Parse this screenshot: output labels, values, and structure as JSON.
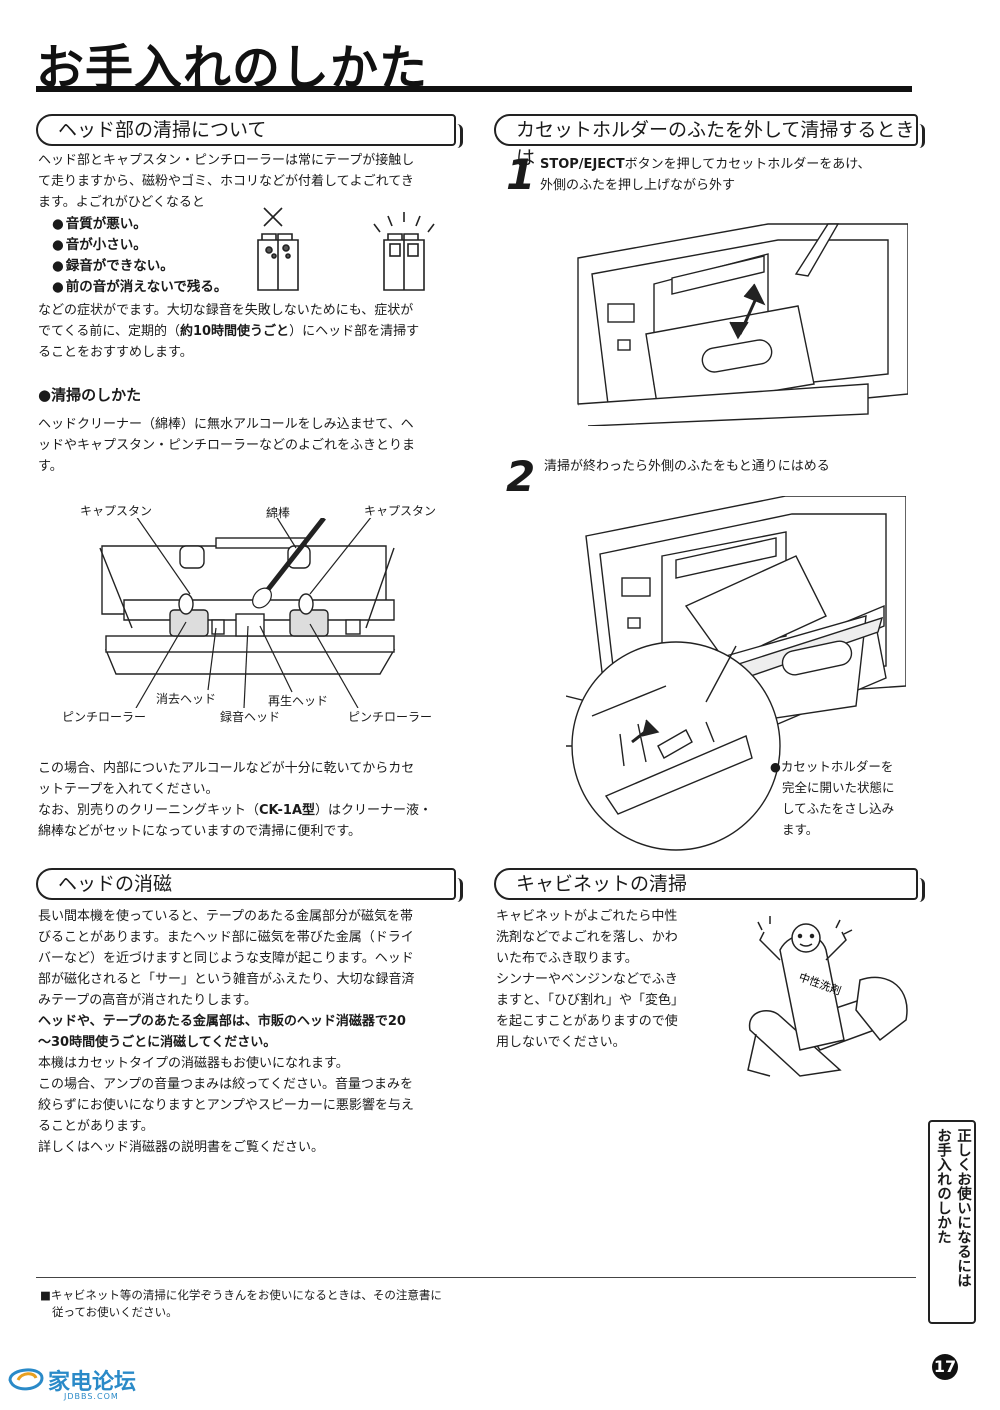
{
  "page": {
    "title": "お手入れのしかた",
    "page_number": "17",
    "side_tab_line1": "正しくお使いになるには",
    "side_tab_line2": "お手入れのしかた",
    "footnote_line1": "■キャビネット等の清掃に化学ぞうきんをお使いになるときは、その注意書に",
    "footnote_line2": "従ってお使いください。",
    "logo_text": "家电论坛",
    "logo_sub": "JDBBS.COM"
  },
  "head_cleaning": {
    "heading": "ヘッド部の清掃について",
    "intro_1": "ヘッド部とキャプスタン・ピンチローラーは常にテープが接触し",
    "intro_2": "て走りますから、磁粉やゴミ、ホコリなどが付着してよごれてき",
    "intro_3": "ます。よごれがひどくなると",
    "symptoms": [
      "音質が悪い。",
      "音が小さい。",
      "録音ができない。",
      "前の音が消えないで残る。"
    ],
    "after_1": "などの症状がでます。大切な録音を失敗しないためにも、症状が",
    "after_2a": "でてくる前に、定期的（",
    "after_2b": "約10時間使うごと",
    "after_2c": "）にヘッド部を清掃す",
    "after_3": "ることをおすすめします。",
    "method_title": "清掃のしかた",
    "method_1": "ヘッドクリーナー（綿棒）に無水アルコールをしみ込ませて、ヘ",
    "method_2": "ッドやキャプスタン・ピンチローラーなどのよごれをふきとりま",
    "method_3": "す。",
    "labels": {
      "capstan_left": "キャプスタン",
      "swab": "綿棒",
      "capstan_right": "キャプスタン",
      "erase_head": "消去ヘッド",
      "playback_head": "再生ヘッド",
      "pinch_left": "ピンチローラー",
      "record_head": "録音ヘッド",
      "pinch_right": "ピンチローラー"
    },
    "note_1": "この場合、内部についたアルコールなどが十分に乾いてからカセ",
    "note_2": "ットテープを入れてください。",
    "note_3a": "なお、別売りのクリーニングキット（",
    "note_3b": "CK-1A型",
    "note_3c": "）はクリーナー液・",
    "note_4": "綿棒などがセットになっていますので清掃に便利です。"
  },
  "demagnetize": {
    "heading": "ヘッドの消磁",
    "lines": [
      "長い間本機を使っていると、テープのあたる金属部分が磁気を帯",
      "びることがあります。またヘッド部に磁気を帯びた金属（ドライ",
      "バーなど）を近づけますと同じような支障が起こります。ヘッド",
      "部が磁化されると「サー」という雑音がふえたり、大切な録音済",
      "みテープの高音が消されたりします。"
    ],
    "bold_1": "ヘッドや、テープのあたる金属部は、市販のヘッド消磁器で20",
    "bold_2": "〜30時間使うごとに消磁してください。",
    "lines2": [
      "本機はカセットタイプの消磁器もお使いになれます。",
      "この場合、アンプの音量つまみは絞ってください。音量つまみを",
      "絞らずにお使いになりますとアンプやスピーカーに悪影響を与え",
      "ることがあります。",
      "詳しくはヘッド消磁器の説明書をご覧ください。"
    ]
  },
  "holder_cleaning": {
    "heading": "カセットホルダーのふたを外して清掃するときは",
    "step1_num": "1",
    "step1_a": "STOP/EJECT",
    "step1_b": "ボタンを押してカセットホルダーをあけ、",
    "step1_c": "外側のふたを押し上げながら外す",
    "step2_num": "2",
    "step2": "清掃が終わったら外側のふたをもと通りにはめる",
    "note_lines": [
      "●カセットホルダーを",
      "完全に開いた状態に",
      "してふたをさし込み",
      "ます。"
    ]
  },
  "cabinet": {
    "heading": "キャビネットの清掃",
    "lines": [
      "キャビネットがよごれたら中性",
      "洗剤などでよごれを落し、かわ",
      "いた布でふき取ります。",
      "シンナーやベンジンなどでふき",
      "ますと、「ひび割れ」や「変色」",
      "を起こすことがありますので使",
      "用しないでください。"
    ],
    "bottle_label": "中性洗剤"
  }
}
